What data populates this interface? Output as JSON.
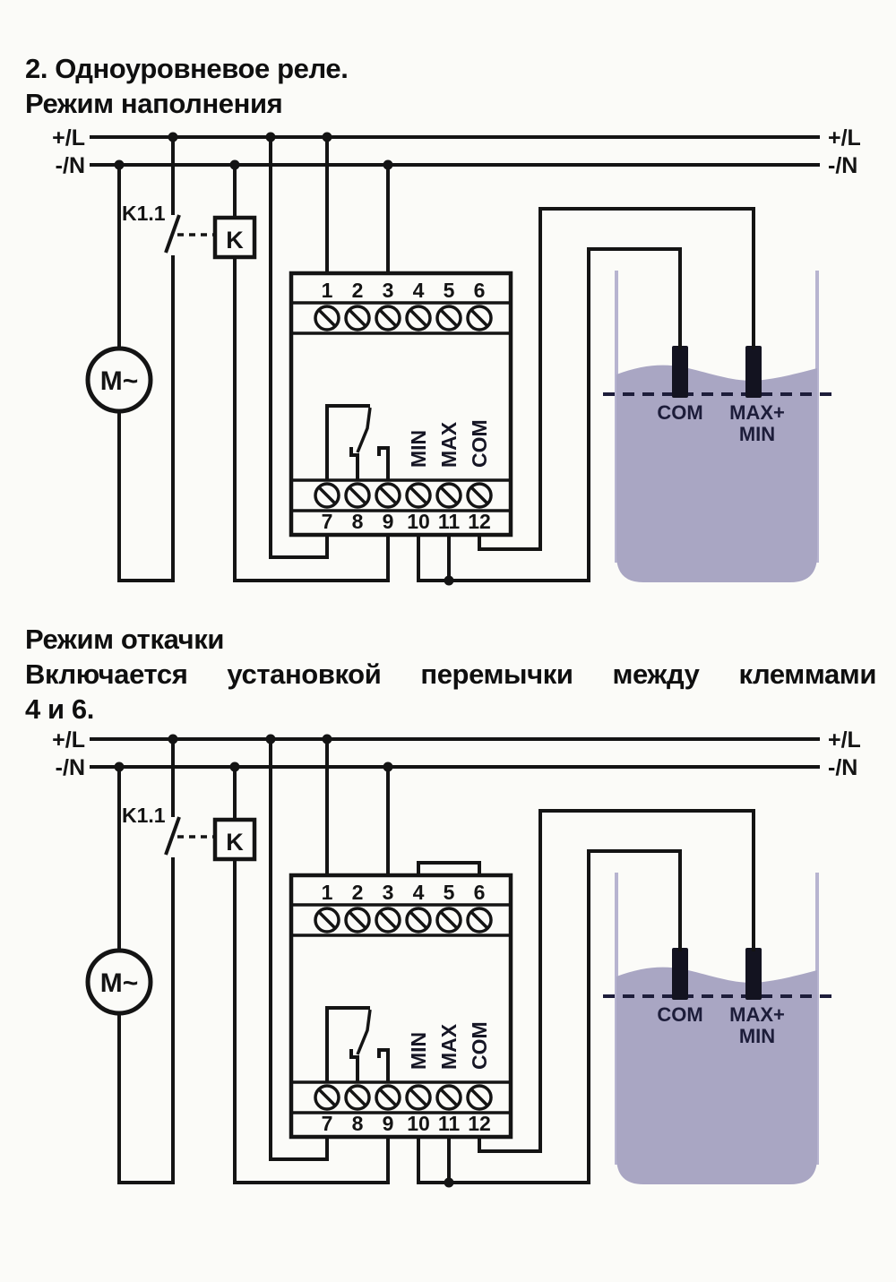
{
  "page": {
    "background": "#fbfbf8",
    "ink": "#141414"
  },
  "section_fill": {
    "title_line1": "2. Одноуровневое реле.",
    "title_line2": "Режим наполнения"
  },
  "section_pump": {
    "title_line1": "Режим откачки",
    "title_line2": "Включается установкой перемычки между клеммами",
    "title_line3": "4 и 6."
  },
  "diagram": {
    "rail_positive_label": "+/L",
    "rail_negative_label": "-/N",
    "contact_label": "K1.1",
    "coil_label": "K",
    "motor_label": "M~",
    "terminals_top": [
      "1",
      "2",
      "3",
      "4",
      "5",
      "6"
    ],
    "terminals_bottom": [
      "7",
      "8",
      "9",
      "10",
      "11",
      "12"
    ],
    "signal_labels": [
      "MIN",
      "MAX",
      "COM"
    ],
    "tank": {
      "electrode_left_label": "COM",
      "electrode_right_label_top": "MAX+",
      "electrode_right_label_bottom": "MIN",
      "fill_color": "#a9a6c3",
      "wall_color": "#b7b4d0",
      "text_color": "#1d1d3a"
    },
    "variants": [
      {
        "name": "fill-mode",
        "jumper": false
      },
      {
        "name": "pump-mode",
        "jumper": true
      }
    ]
  }
}
